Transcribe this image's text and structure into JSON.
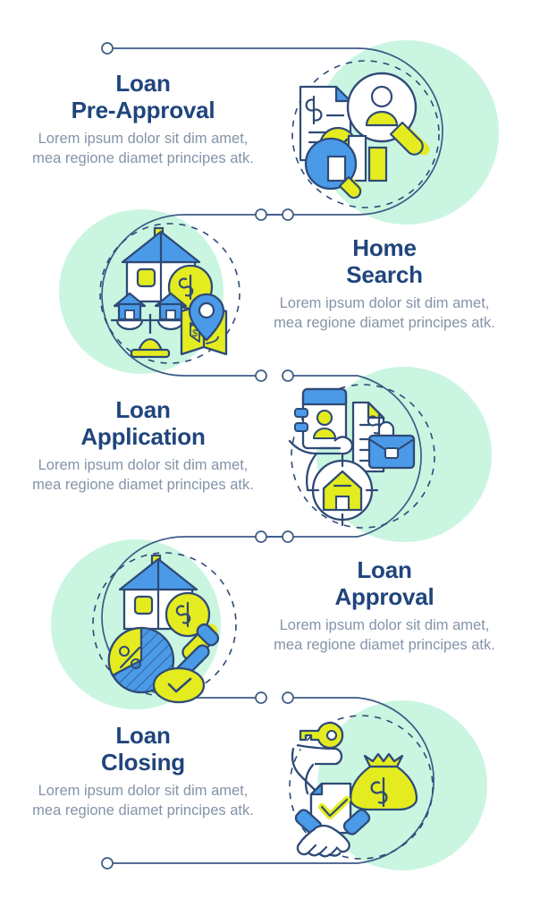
{
  "infographic": {
    "type": "serpentine-timeline",
    "step_count": 5,
    "colors": {
      "title": "#20457c",
      "description": "#8494a8",
      "line": "#3d5b86",
      "blob_mint": "#caf5e1",
      "accent_blue": "#4a9ae8",
      "accent_yellow": "#e4ec1f",
      "stroke_dark": "#2e4a77",
      "background": "#ffffff"
    },
    "body_text": "Lorem ipsum dolor sit dim amet, mea regione diamet principes atk.",
    "steps": [
      {
        "index": 1,
        "title_line1": "Loan",
        "title_line2": "Pre-Approval",
        "description": "Lorem ipsum dolor sit dim amet, mea regione diamet principes atk.",
        "side": "text-left",
        "icon_name": "loan-pre-approval-icon",
        "icon_elements": [
          "dollar-document-icon",
          "check-badge-icon",
          "person-magnifier-icon",
          "bar-chart-magnifier-icon"
        ]
      },
      {
        "index": 2,
        "title_line1": "Home",
        "title_line2": "Search",
        "description": "Lorem ipsum dolor sit dim amet, mea regione diamet principes atk.",
        "side": "text-right",
        "icon_name": "home-search-icon",
        "icon_elements": [
          "house-icon",
          "dollar-coin-icon",
          "house-balance-scale-icon",
          "map-pin-icon"
        ]
      },
      {
        "index": 3,
        "title_line1": "Loan",
        "title_line2": "Application",
        "description": "Lorem ipsum dolor sit dim amet, mea regione diamet principes atk.",
        "side": "text-left",
        "icon_name": "loan-application-icon",
        "icon_elements": [
          "hand-id-card-icon",
          "dollar-document-icon",
          "briefcase-icon",
          "house-target-icon"
        ]
      },
      {
        "index": 4,
        "title_line1": "Loan",
        "title_line2": "Approval",
        "description": "Lorem ipsum dolor sit dim amet, mea regione diamet principes atk.",
        "side": "text-right",
        "icon_name": "loan-approval-icon",
        "icon_elements": [
          "house-icon",
          "dollar-coin-icon",
          "percent-pie-chart-icon",
          "approval-stamp-icon",
          "check-coin-icon"
        ]
      },
      {
        "index": 5,
        "title_line1": "Loan",
        "title_line2": "Closing",
        "description": "Lorem ipsum dolor sit dim amet, mea regione diamet principes atk.",
        "side": "text-left",
        "icon_name": "loan-closing-icon",
        "icon_elements": [
          "hand-key-icon",
          "money-bag-icon",
          "handshake-icon",
          "check-document-icon"
        ]
      }
    ],
    "connector_nodes": 8
  }
}
